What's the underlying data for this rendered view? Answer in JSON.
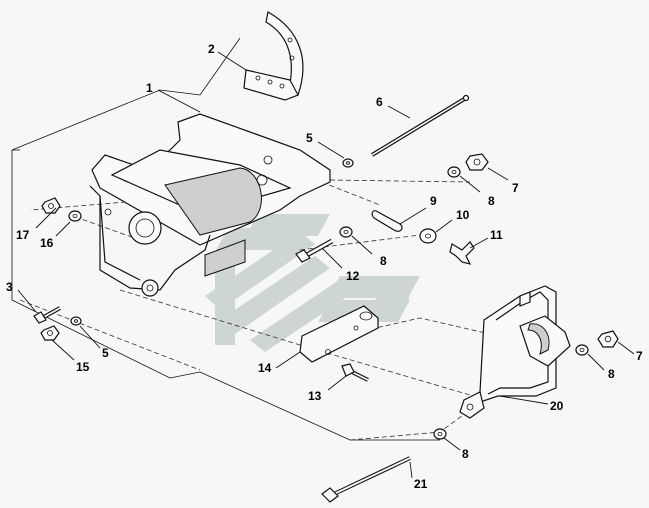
{
  "labels": {
    "l1": "1",
    "l2": "2",
    "l3": "3",
    "l5a": "5",
    "l5b": "5",
    "l6": "6",
    "l7a": "7",
    "l7b": "7",
    "l8a": "8",
    "l8b": "8",
    "l8c": "8",
    "l8d": "8",
    "l9": "9",
    "l10": "10",
    "l11": "11",
    "l12": "12",
    "l13": "13",
    "l14": "14",
    "l15": "15",
    "l16": "16",
    "l17": "17",
    "l20": "20",
    "l21": "21"
  },
  "watermark": {
    "color": "#c8d0d0",
    "icon": "watermark-logo-icon"
  }
}
